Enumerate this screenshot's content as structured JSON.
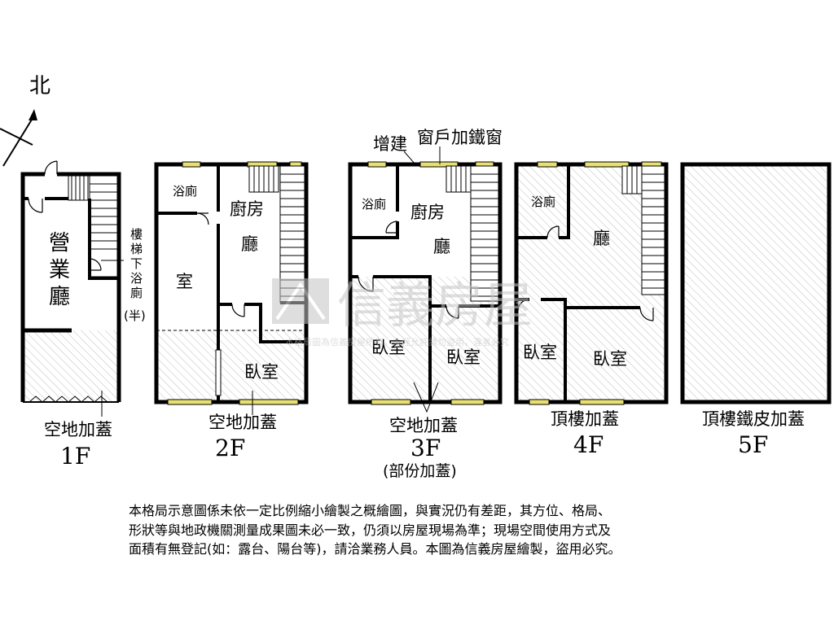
{
  "compass": {
    "label": "北"
  },
  "floors": [
    {
      "id": "1F",
      "floor_label": "1F",
      "caption": "空地加蓋",
      "rooms": [
        "營",
        "業",
        "廳"
      ],
      "stair_note": [
        "樓",
        "梯",
        "下",
        "浴",
        "廁",
        "(半)"
      ]
    },
    {
      "id": "2F",
      "floor_label": "2F",
      "caption": "空地加蓋",
      "rooms": {
        "bath": "浴廁",
        "room": "室",
        "kitchen": "廚房",
        "hall": "廳",
        "bedroom": "臥室"
      }
    },
    {
      "id": "3F",
      "floor_label": "3F",
      "caption": "空地加蓋",
      "sub_caption": "(部份加蓋)",
      "annotations": {
        "addition": "增建",
        "window": "窗戶加鐵窗"
      },
      "rooms": {
        "bath": "浴廁",
        "kitchen": "廚房",
        "hall": "廳",
        "bedroom_left": "臥室",
        "bedroom_right": "臥室"
      }
    },
    {
      "id": "4F",
      "floor_label": "4F",
      "caption": "頂樓加蓋",
      "rooms": {
        "bath": "浴廁",
        "hall": "廳",
        "bedroom_left": "臥室",
        "bedroom_right": "臥室"
      }
    },
    {
      "id": "5F",
      "floor_label": "5F",
      "caption": "頂樓鐵皮加蓋"
    }
  ],
  "watermark": {
    "brand": "信義房屋",
    "small": "本格局圖為信義房屋所有，未經允許請勿盜用，違者必究"
  },
  "disclaimer": [
    "本格局示意圖係未依一定比例縮小繪製之概繪圖，與實況仍有差距，其方位、格局、",
    "形狀等與地政機關測量成果圖未必一致，仍須以房屋現場為準；現場空間使用方式及",
    "面積有無登記(如：露台、陽台等)，請洽業務人員。本圖為信義房屋繪製，盜用必究。"
  ],
  "colors": {
    "wall": "#000000",
    "window": "#e8e070",
    "hatch": "#bdbdbd",
    "watermark": "#c4c4c4"
  }
}
